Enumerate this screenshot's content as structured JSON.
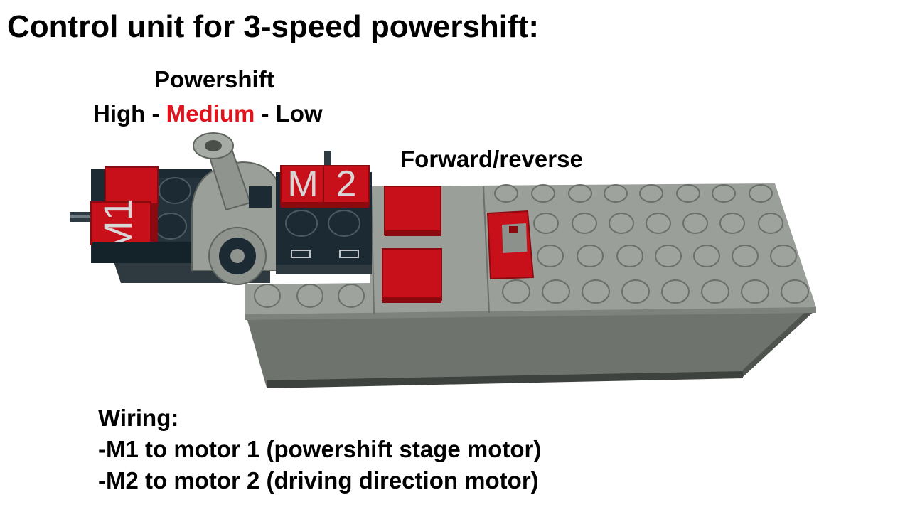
{
  "title": "Control unit for 3-speed powershift:",
  "powershift": {
    "label": "Powershift",
    "gear_high": "High",
    "separator_1": " - ",
    "gear_medium": "Medium",
    "separator_2": " - ",
    "gear_low": "Low"
  },
  "forward_reverse_label": "Forward/reverse",
  "buttons": {
    "m1_label": "M1",
    "m2_m": "M",
    "m2_2": "2"
  },
  "wiring": {
    "heading": "Wiring:",
    "lines": [
      "-M1 to motor 1 (powershift stage motor)",
      "-M2 to motor 2 (driving direction motor)"
    ]
  },
  "colors": {
    "selected_gear": "#e1141e",
    "button_red": "#d4141a",
    "battery_grey": "#8c918c",
    "switch_dark": "#1b2a33"
  }
}
